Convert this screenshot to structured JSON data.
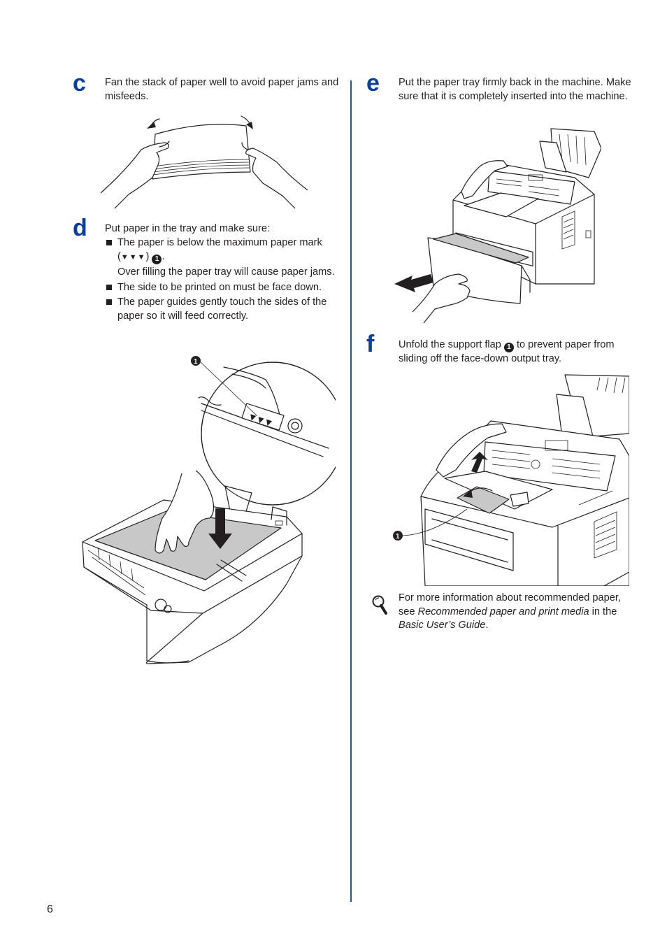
{
  "steps": {
    "c": {
      "letter": "c",
      "text": "Fan the stack of paper well to avoid paper jams and misfeeds."
    },
    "d": {
      "letter": "d",
      "intro": "Put paper in the tray and make sure:",
      "bullets": [
        {
          "main": "The paper is below the maximum paper mark (",
          "marks": "▼▼▼",
          "close": ")",
          "callout": "1",
          "end": ".",
          "note": "Over filling the paper tray will cause paper jams."
        },
        {
          "main": "The side to be printed on must be face down."
        },
        {
          "main": "The paper guides gently touch the sides of the paper so it will feed correctly."
        }
      ],
      "figure_callout": "1"
    },
    "e": {
      "letter": "e",
      "text": "Put the paper tray firmly back in the machine. Make sure that it is completely inserted into the machine."
    },
    "f": {
      "letter": "f",
      "text_before": "Unfold the support flap ",
      "callout": "1",
      "text_after": " to prevent paper from sliding off the face-down output tray.",
      "figure_callout": "1"
    }
  },
  "note": {
    "icon": "magnifier-note-icon",
    "part1": "For more information about recommended paper, see ",
    "italic1": "Recommended paper and print media",
    "part2": " in the ",
    "italic2": "Basic User’s Guide",
    "part3": "."
  },
  "footer": {
    "page_number": "6"
  },
  "colors": {
    "step_letter": "#0b3f9e",
    "divider": "#1f57b8",
    "text": "#231f20"
  }
}
